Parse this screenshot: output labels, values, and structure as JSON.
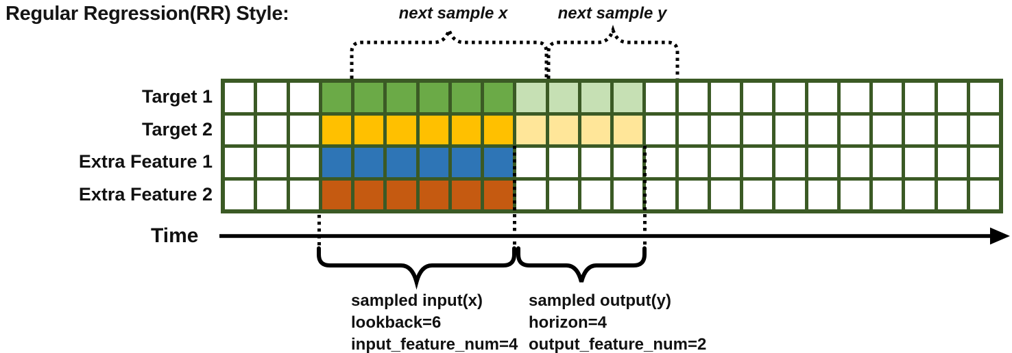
{
  "title": "Regular Regression(RR) Style:",
  "annotations": {
    "next_sample_x": "next sample x",
    "next_sample_y": "next sample y",
    "time_label": "Time",
    "input_block": {
      "line1": "sampled input(x)",
      "line2": "lookback=6",
      "line3": "input_feature_num=4"
    },
    "output_block": {
      "line1": "sampled output(y)",
      "line2": "horizon=4",
      "line3": "output_feature_num=2"
    }
  },
  "grid": {
    "columns": 24,
    "num_rows": 4,
    "input_start_col": 4,
    "input_num_cols": 6,
    "output_start_col": 10,
    "output_num_cols": 4,
    "border_color": "#3B5A25",
    "empty_cell_color": "#FFFFFF",
    "rows": [
      {
        "label": "Target 1",
        "input_color": "#6BAA47",
        "output_color": "#C6E0B4"
      },
      {
        "label": "Target 2",
        "input_color": "#FFC000",
        "output_color": "#FFE699"
      },
      {
        "label": "Extra Feature 1",
        "input_color": "#2E75B6",
        "output_color": null
      },
      {
        "label": "Extra Feature 2",
        "input_color": "#C55A11",
        "output_color": null
      }
    ]
  },
  "colors": {
    "annotation_black": "#000000"
  }
}
